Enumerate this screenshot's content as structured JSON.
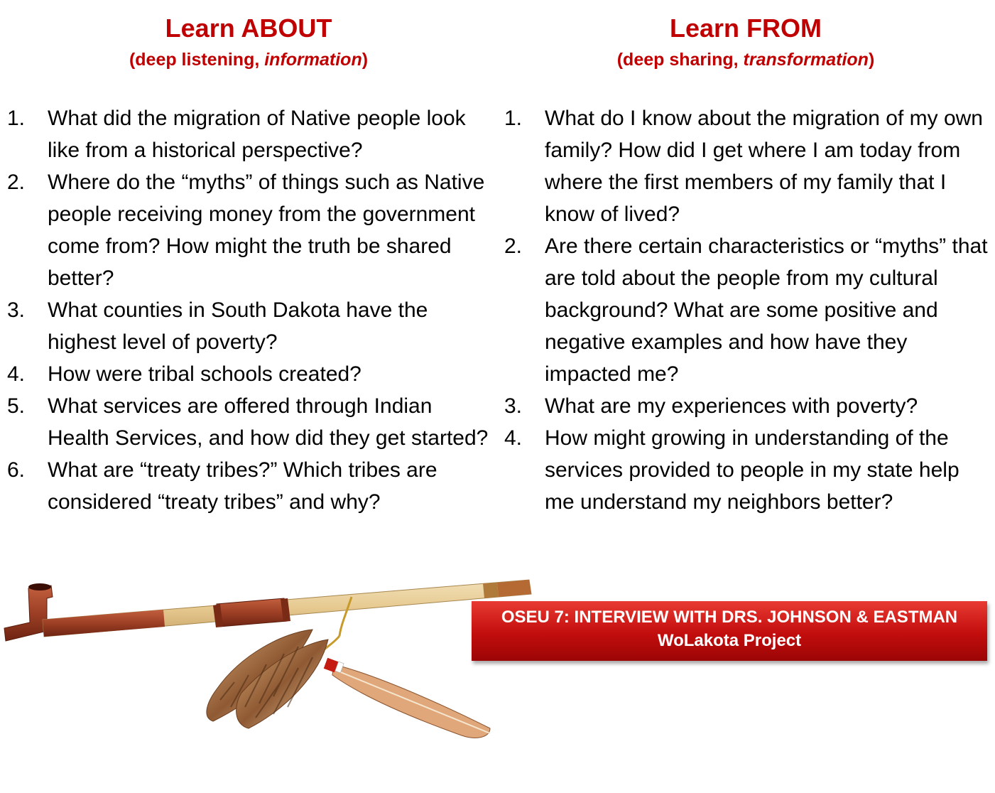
{
  "left": {
    "title": "Learn ABOUT",
    "subtitle_prefix": "(deep listening, ",
    "subtitle_italic": "information",
    "subtitle_suffix": ")",
    "items": [
      {
        "num": "1.",
        "text": "What did the migration of Native people look like from a historical perspective?"
      },
      {
        "num": "2.",
        "text": "Where do the “myths” of things such as Native people receiving money from the government come from?  How might the truth be shared better?"
      },
      {
        "num": "3.",
        "text": "What counties in South Dakota have the highest level of poverty?"
      },
      {
        "num": "4.",
        "text": "How were tribal schools created?"
      },
      {
        "num": "5.",
        "text": "What services are offered through Indian Health Services, and how did they get started?"
      },
      {
        "num": "6.",
        "text": "What are “treaty tribes?”  Which tribes are considered “treaty tribes” and why?"
      }
    ]
  },
  "right": {
    "title": "Learn FROM",
    "subtitle_prefix": "(deep sharing, ",
    "subtitle_italic": "transformation",
    "subtitle_suffix": ")",
    "items": [
      {
        "num": "1.",
        "text": "What do I know about the migration of my own family?  How did I get where I am today from where the first members of my family that I know of lived?"
      },
      {
        "num": "2.",
        "text": "Are there certain characteristics or “myths” that are told about the people from my cultural background?  What are some positive and negative examples and how have they impacted me?"
      },
      {
        "num": "3.",
        "text": "What are my experiences with poverty?"
      },
      {
        "num": "4.",
        "text": "How might growing in understanding of the services provided to people in my state help me understand my neighbors better?"
      }
    ]
  },
  "banner": {
    "line1": "OSEU 7: INTERVIEW WITH DRS. JOHNSON & EASTMAN",
    "line2": "WoLakota Project"
  },
  "image": {
    "icon": "pipe-with-feathers-image"
  }
}
